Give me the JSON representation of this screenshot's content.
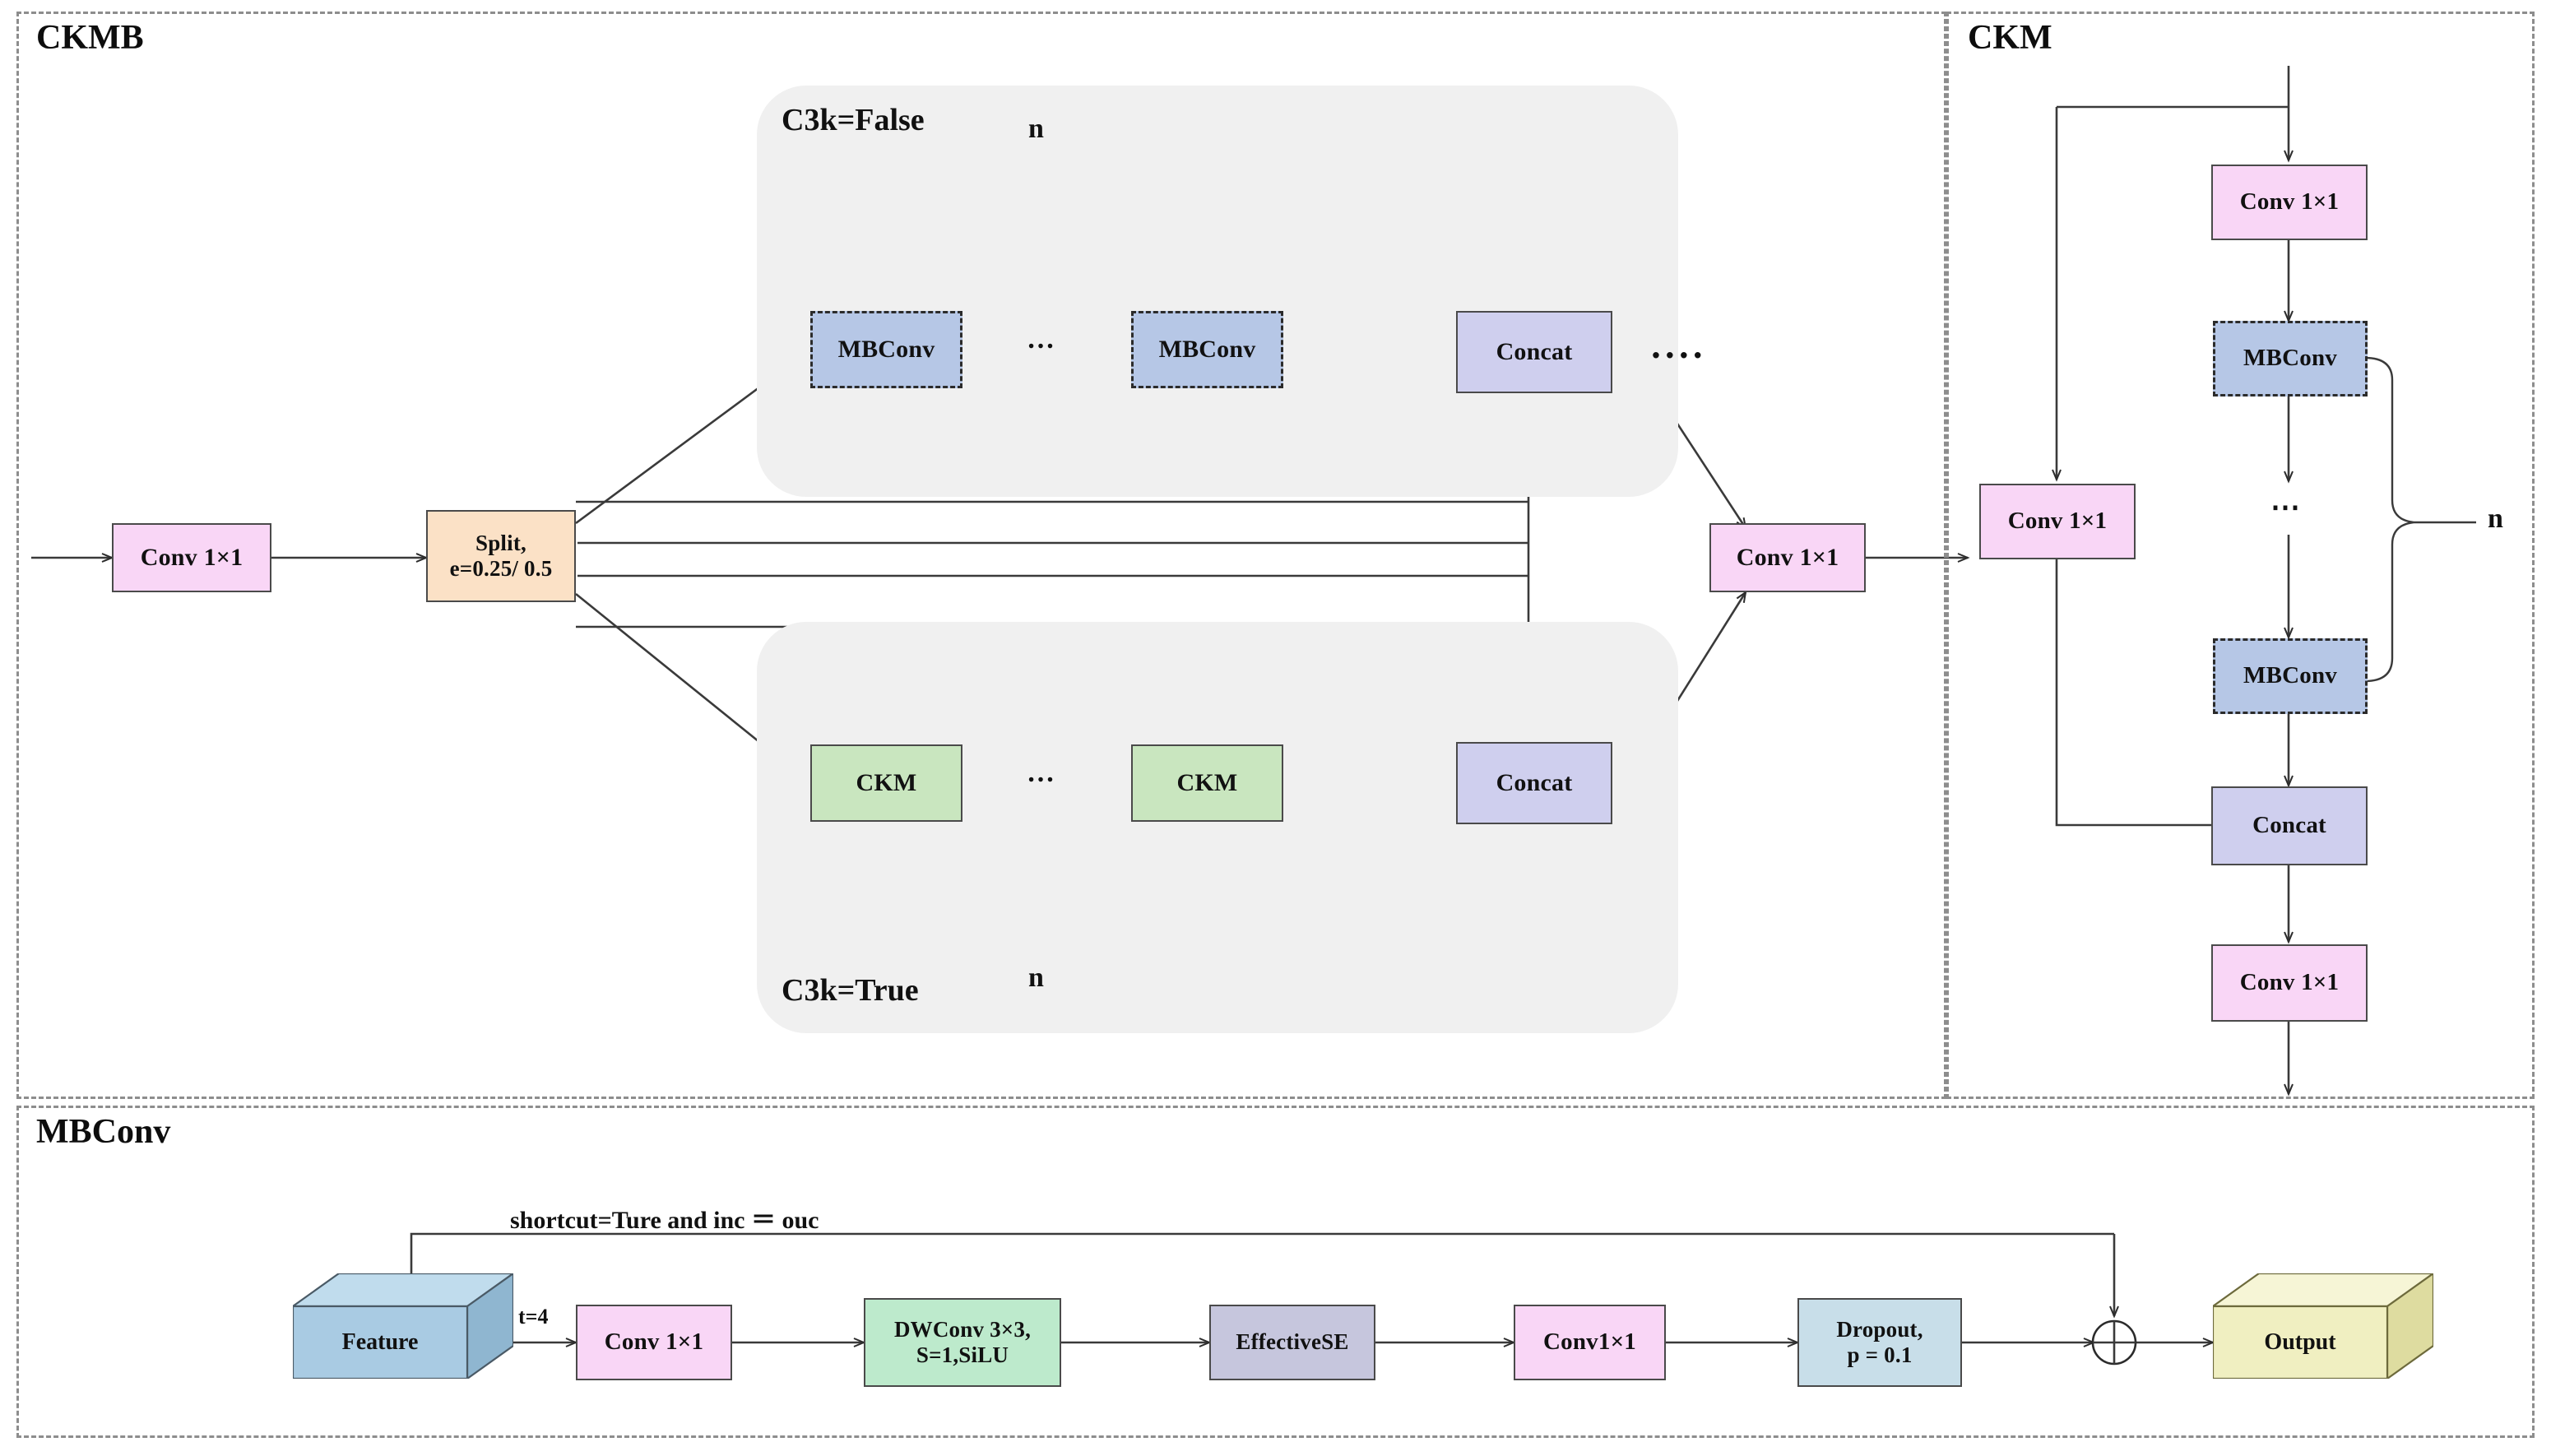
{
  "panels": {
    "ckmb": {
      "title": "CKMB"
    },
    "ckm": {
      "title": "CKM"
    },
    "mbconv": {
      "title": "MBConv"
    }
  },
  "ckmb": {
    "input_conv": "Conv 1×1",
    "split": {
      "line1": "Split,",
      "line2": "e=0.25/ 0.5"
    },
    "top_group": {
      "label": "C3k=False",
      "repeat_label": "n",
      "block1": "MBConv",
      "ellipsis": "…",
      "block2": "MBConv",
      "concat": "Concat"
    },
    "bottom_group": {
      "label": "C3k=True",
      "repeat_label": "n",
      "block1": "CKM",
      "ellipsis": "…",
      "block2": "CKM",
      "concat": "Concat"
    },
    "inter_dots": "․․․․",
    "output_conv": "Conv 1×1"
  },
  "ckm": {
    "conv_top": "Conv 1×1",
    "conv_skip": "Conv 1×1",
    "mbconv1": "MBConv",
    "ellipsis": "⋯",
    "mbconv2": "MBConv",
    "repeat_label": "n",
    "concat": "Concat",
    "conv_out": "Conv 1×1"
  },
  "mbconv": {
    "shortcut_label": "shortcut=Ture and inc ＝ ouc",
    "feature": "Feature",
    "expansion_label": "t=4",
    "conv1": "Conv 1×1",
    "dwconv": {
      "line1": "DWConv 3×3,",
      "line2": "S=1,SiLU"
    },
    "ese": "EffectiveSE",
    "conv2": "Conv1×1",
    "dropout": {
      "line1": "Dropout,",
      "line2": "p = 0.1"
    },
    "add": "⊕",
    "output": "Output"
  },
  "colors": {
    "conv_pink": "#f9d6f6",
    "split_peach": "#fbe1c6",
    "mbconv_blue": "#b6c7e6",
    "concat_lavender": "#cfcfee",
    "ckm_green": "#c9e6bf",
    "dwconv_mint": "#bdeacc",
    "ese_slate": "#c6c6dd",
    "dropout_lblue": "#c8dee9",
    "feature_blue": "#a9cbe3",
    "output_yellow": "#f0efc1",
    "group_bg": "#f0f0f0",
    "panel_border": "#8d8d8d",
    "stroke": "#2b2b2b"
  }
}
